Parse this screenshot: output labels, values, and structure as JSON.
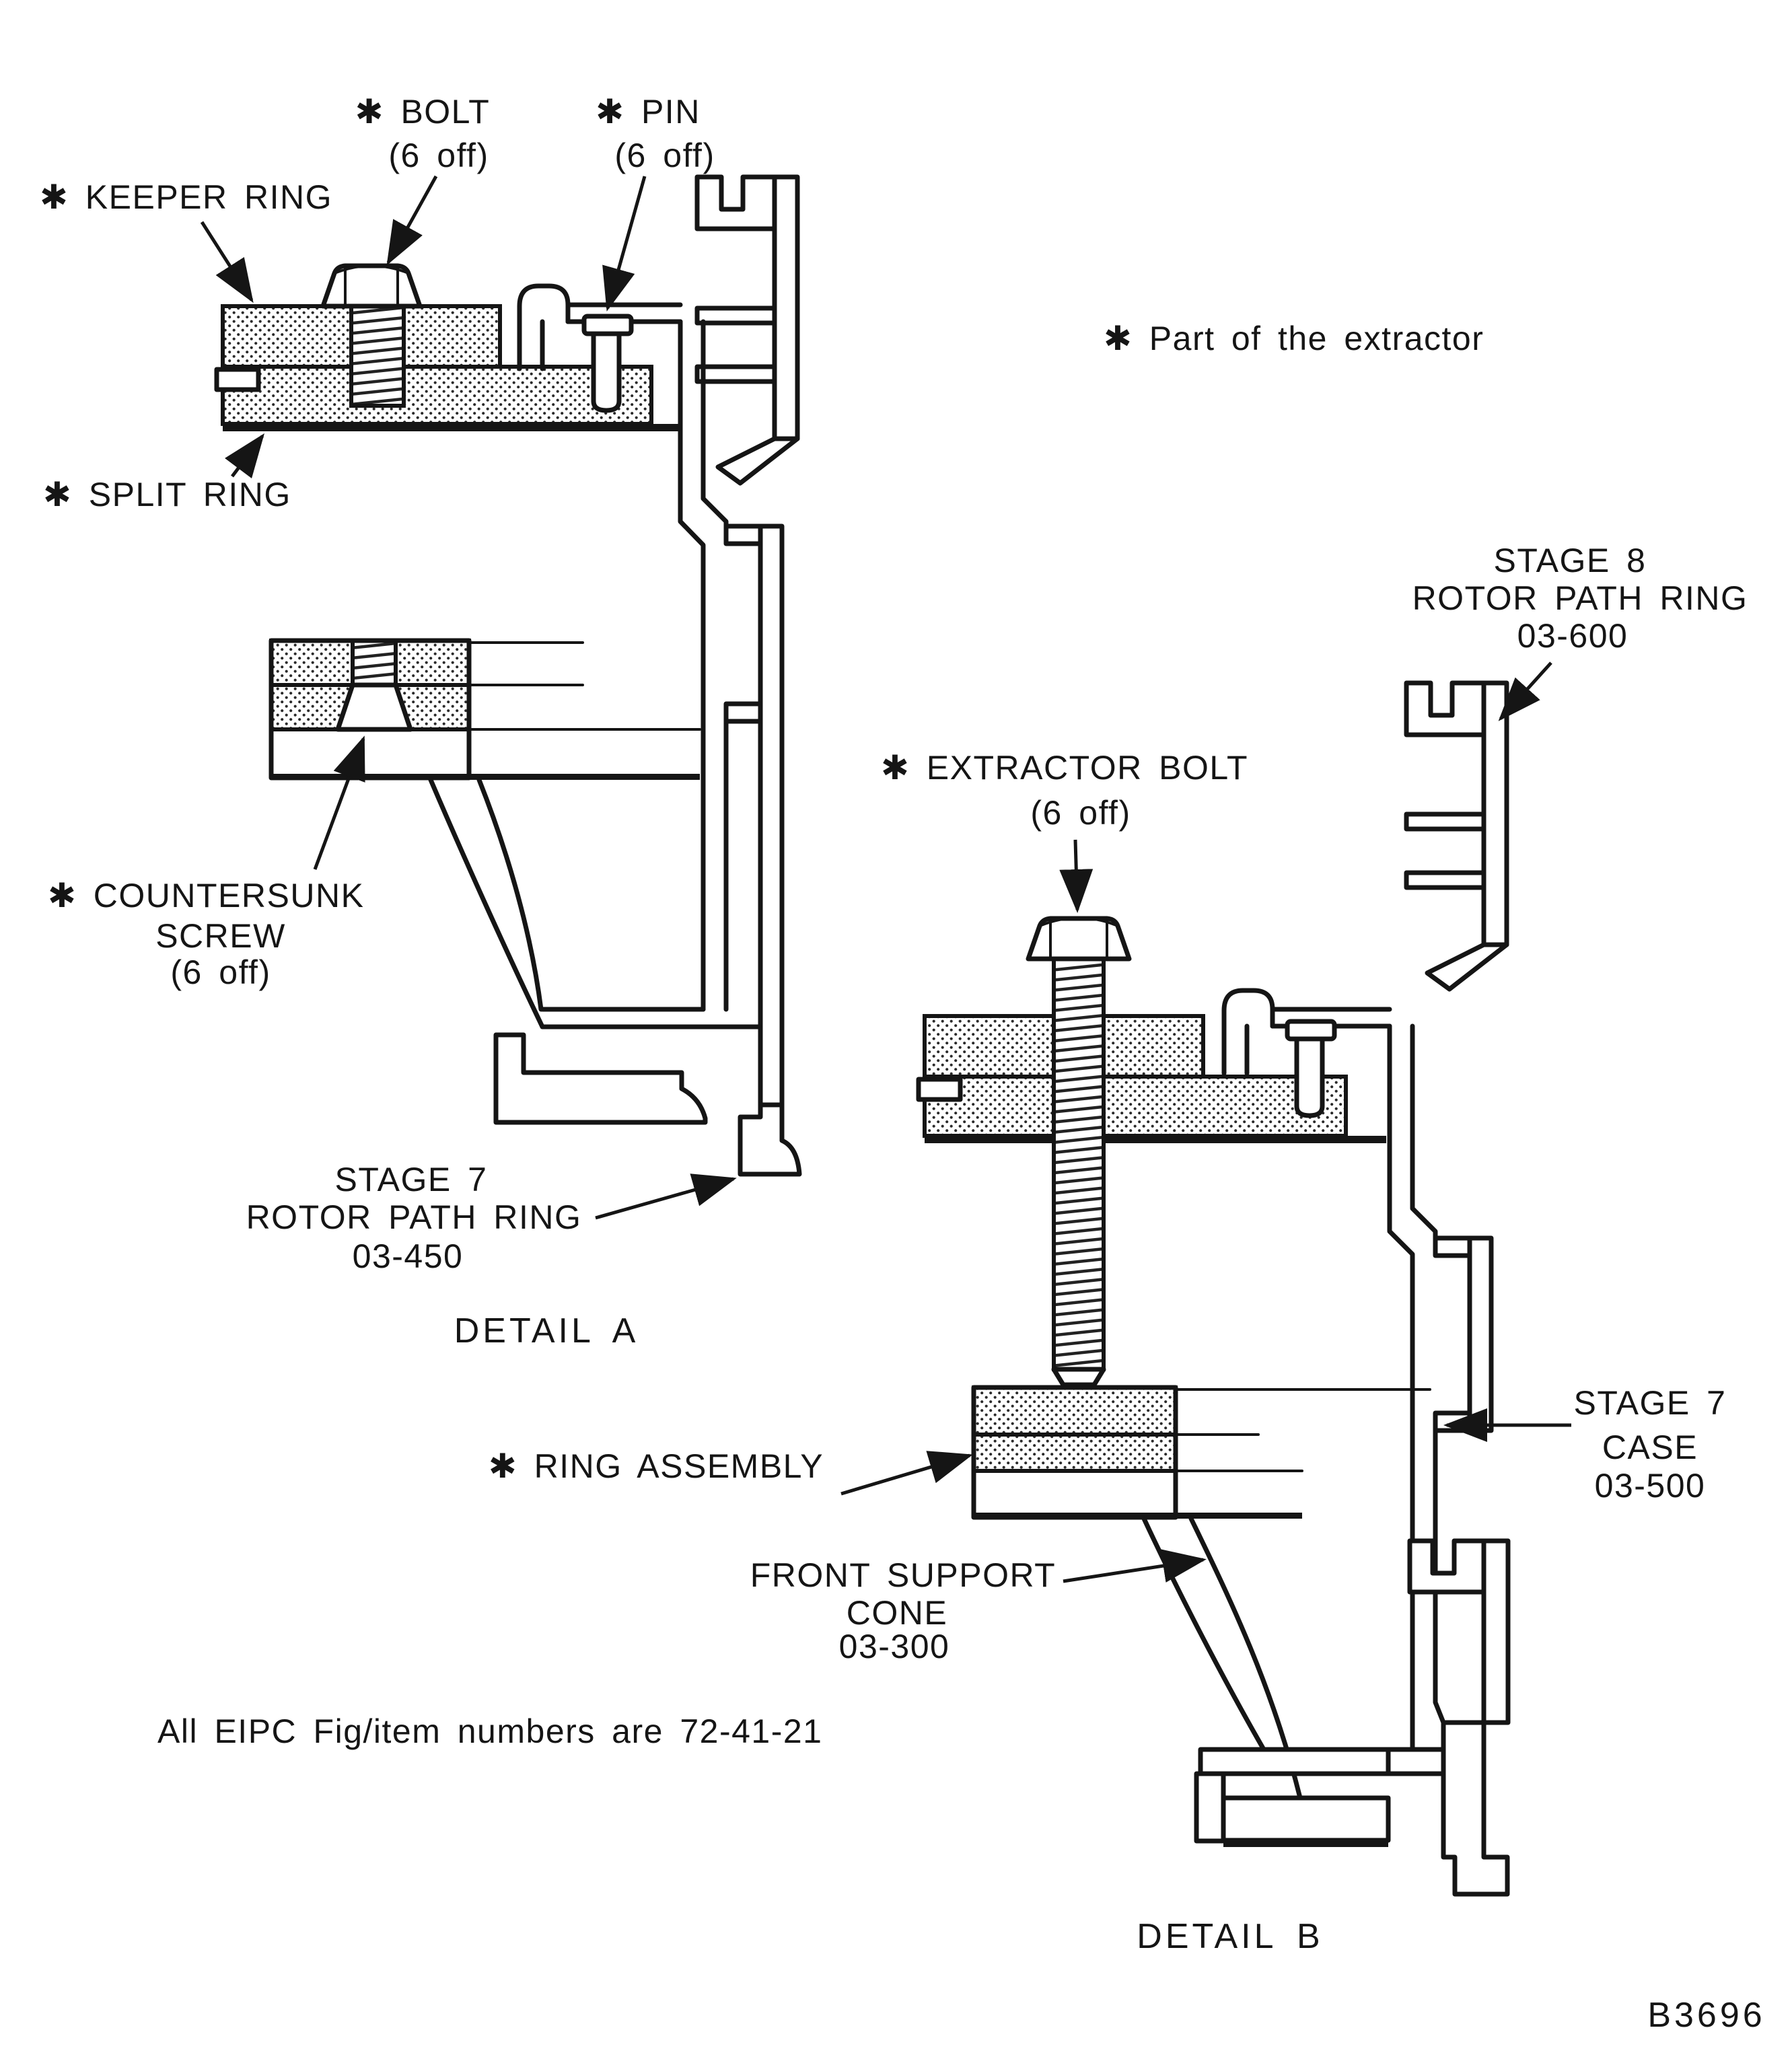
{
  "colors": {
    "ink": "#151515",
    "paper": "#ffffff"
  },
  "note_part_of_extractor": "✱ Part of the extractor",
  "footer_note": "All EIPC Fig/item numbers are 72-41-21",
  "drawing_number": "B3696",
  "detail_a": {
    "caption": "DETAIL A",
    "keeper_ring": "✱ KEEPER RING",
    "split_ring": "✱ SPLIT RING",
    "bolt": "✱ BOLT",
    "bolt_qty": "(6 off)",
    "pin": "✱ PIN",
    "pin_qty": "(6 off)",
    "countersunk_1": "✱ COUNTERSUNK",
    "countersunk_2": "SCREW",
    "countersunk_qty": "(6 off)",
    "rotor_ring_1": "STAGE 7",
    "rotor_ring_2": "ROTOR PATH RING",
    "rotor_ring_num": "03-450"
  },
  "detail_b": {
    "caption": "DETAIL B",
    "extractor_bolt": "✱ EXTRACTOR BOLT",
    "extractor_bolt_qty": "(6 off)",
    "stage8_1": "STAGE 8",
    "stage8_2": "ROTOR PATH RING",
    "stage8_num": "03-600",
    "case_1": "STAGE 7",
    "case_2": "CASE",
    "case_num": "03-500",
    "ring_assembly": "✱ RING ASSEMBLY",
    "front_support_1": "FRONT SUPPORT",
    "front_support_2": "CONE",
    "front_support_num": "03-300"
  }
}
